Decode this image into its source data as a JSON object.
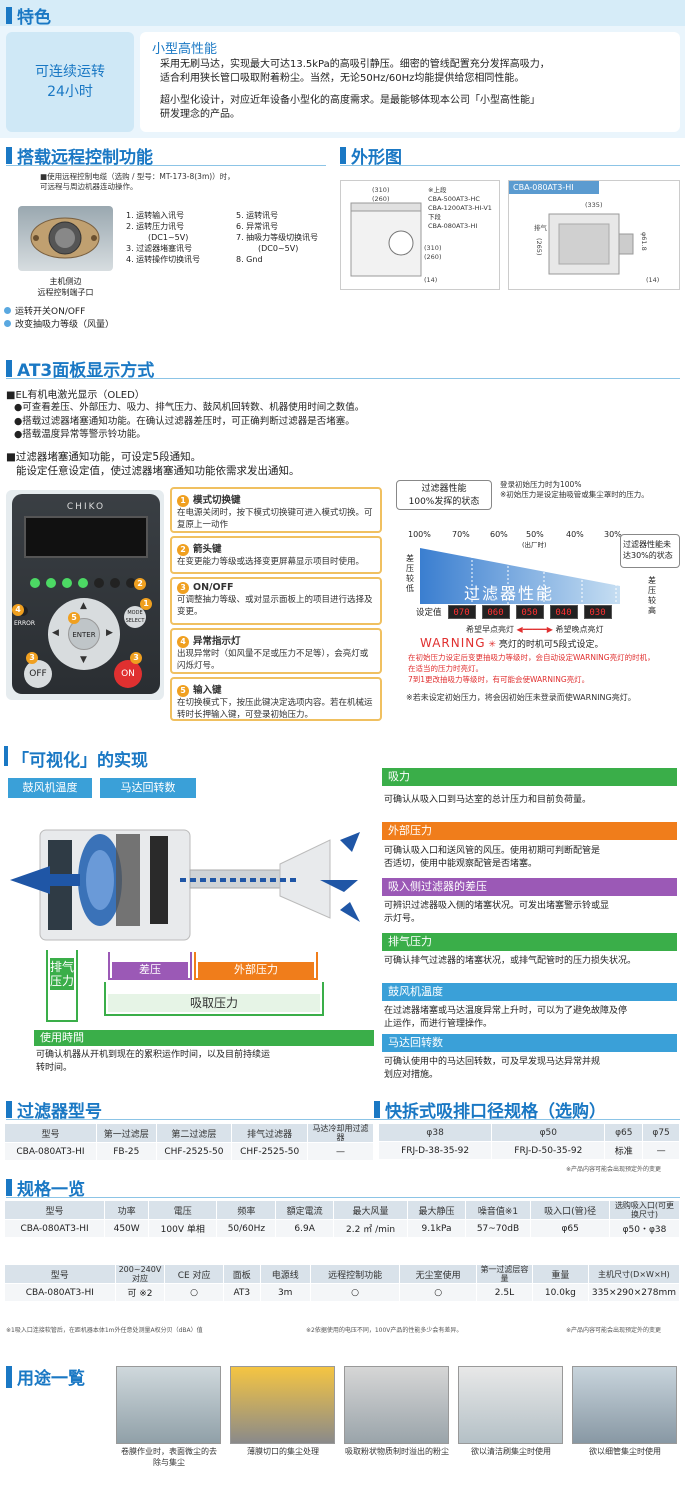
{
  "features": {
    "title": "特色",
    "left_badge_line1": "可连续运转",
    "left_badge_line2": "24小时",
    "subtitle": "小型高性能",
    "para1_line1": "采用无刷马达，实现最大可达13.5kPa的高吸引静压。细密的管线配置充分发挥高吸力，",
    "para1_line2": "适合利用狭长管口吸取附着粉尘。当然，无论50Hz/60Hz均能提供给您相同性能。",
    "para2_line1": "超小型化设计，对应近年设备小型化的高度需求。是最能够体现本公司「小型高性能」",
    "para2_line2": "研发理念的产品。"
  },
  "remote": {
    "title": "搭载远程控制功能",
    "note_line1": "■使用远程控制电缆（选购 / 型号：MT-173-8(3m)）时，",
    "note_line2": "可远程与周边机器连动操作。",
    "signals": [
      "1. 运转输入讯号",
      "2. 运转压力讯号",
      "(DC1~5V)",
      "3. 过滤器堵塞讯号",
      "4. 运转操作切换讯号",
      "5. 运转讯号",
      "6. 异常讯号",
      "7. 抽吸力等级切换讯号",
      "(DC0~5V)",
      "8. Gnd"
    ],
    "port_caption_line1": "主机侧边",
    "port_caption_line2": "远程控制端子口",
    "bullet1": "运转开关ON/OFF",
    "bullet2": "改变抽吸力等级（风量）"
  },
  "outline": {
    "title": "外形图",
    "upper_label": "※上段",
    "upper_models": [
      "CBA-500AT3-HC",
      "CBA-1200AT3-HI-V1"
    ],
    "lower_label": "下段",
    "lower_model": "CBA-080AT3-HI",
    "dims_left": [
      "(310)",
      "(260)",
      "(310)",
      "(260)",
      "(14)"
    ],
    "right_model": "CBA-080AT3-HI",
    "dims_right": [
      "(335)",
      "(265)",
      "排气",
      "φ61.8",
      "(14)"
    ]
  },
  "panel": {
    "title": "AT3面板显示方式",
    "oled_header": "■EL有机电激光显示（OLED）",
    "oled_lines": [
      "●可查看差压、外部压力、吸力、排气压力、鼓风机回转数、机器使用时间之数值。",
      "●搭载过滤器堵塞通知功能。在确认过滤器差压时，可正确判断过滤器是否堵塞。",
      "●搭载温度异常等警示铃功能。"
    ],
    "notice_line1": "■过滤器堵塞通知功能，可设定5段通知。",
    "notice_line2": "能设定任意设定值，使过滤器堵塞通知功能依需求发出通知。",
    "brand": "CHIKO",
    "btn_mode": "MODE SELECT",
    "btn_enter": "ENTER",
    "btn_off": "OFF",
    "btn_on": "ON",
    "btn_error": "ERROR",
    "items": [
      {
        "num": "1",
        "title": "模式切换键",
        "desc": "在电源关闭时，按下模式切换键可进入模式切换。可复原上一动作"
      },
      {
        "num": "2",
        "title": "箭头键",
        "desc": "在变更能力等级或选择变更屏幕显示项目时使用。"
      },
      {
        "num": "3",
        "title": "ON/OFF",
        "desc": "可调整抽力等级、或对显示面板上的项目进行选择及变更。"
      },
      {
        "num": "4",
        "title": "异常指示灯",
        "desc": "出现异常时（如风量不足或压力不足等），会亮灯或闪烁灯号。"
      },
      {
        "num": "5",
        "title": "输入键",
        "desc": "在切换模式下，按压此键决定选项内容。若在机械运转时长押输入键，可登录初始压力。"
      }
    ]
  },
  "filter_chart": {
    "bubble_line1": "过滤器性能",
    "bubble_line2": "100%发挥的状态",
    "top_note_line1": "登录初始压力时为100%",
    "top_note_line2": "※初始压力是设定抽吸管或集尘罩时的压力。",
    "percents": [
      "100%",
      "70%",
      "60%",
      "50%",
      "40%",
      "30%"
    ],
    "pct50_sub": "(出厂时)",
    "left_label": "差压较低",
    "right_label": "差压较高",
    "band_label": "过滤器性能",
    "right_bubble_line1": "过滤器性能未",
    "right_bubble_line2": "达30%的状态",
    "setting_label": "设定值",
    "seg_values": [
      "070",
      "060",
      "050",
      "040",
      "030"
    ],
    "early_label": "希望早点亮灯",
    "late_label": "希望晚点亮灯",
    "warning_word": "WARNING",
    "warning_text": "亮灯的时机可5段式设定。",
    "red_note_line1": "在初始压力设定后变更抽吸力等级时，会自动设定WARNING亮灯的时机，",
    "red_note_line2": "在适当的压力时亮灯。",
    "red_note_line3": "7到1更改抽吸力等级时，有可能会使WARNING亮灯。",
    "footnote": "※若未设定初始压力，将会因初始压未登录而使WARNING亮灯。"
  },
  "visual": {
    "title": "「可视化」的实现",
    "label_fan_temp": "鼓风机温度",
    "label_motor": "马达回转数",
    "label_exhaust": "排气压力",
    "label_diff": "差压",
    "label_external": "外部压力",
    "label_suction": "吸取压力",
    "usage_time_title": "使用時間",
    "usage_time_line1": "可确认机器从开机到现在的累积运作时间，以及目前持续运",
    "usage_time_line2": "转时间。",
    "features": [
      {
        "title": "吸力",
        "color": "#3aae49",
        "lines": [
          "可确认从吸入口到马达室的总计压力和目前负荷量。"
        ]
      },
      {
        "title": "外部压力",
        "color": "#f07d1b",
        "lines": [
          "可确认吸入口和送风管的风压。使用初期可判断配管是",
          "否适切，使用中能观察配管是否堵塞。"
        ]
      },
      {
        "title": "吸入侧过滤器的差压",
        "color": "#9b59b6",
        "lines": [
          "可辨识过滤器吸入侧的堵塞状况。可发出堵塞警示铃或显",
          "示灯号。"
        ]
      },
      {
        "title": "排气压力",
        "color": "#3aae49",
        "lines": [
          "可确认排气过滤器的堵塞状况，或排气配管时的压力损失状况。"
        ]
      },
      {
        "title": "鼓风机温度",
        "color": "#3aa0d8",
        "lines": [
          "在过滤器堵塞或马达温度异常上升时，可以为了避免故障及停",
          "止运作，而进行管理操作。"
        ]
      },
      {
        "title": "马达回转数",
        "color": "#3aa0d8",
        "lines": [
          "可确认使用中的马达回转数，可及早发现马达异常并规",
          "划应对措施。"
        ]
      }
    ]
  },
  "filter_models": {
    "title": "过滤器型号",
    "headers": [
      "型号",
      "第一过滤层",
      "第二过滤层",
      "排气过滤器",
      "马达冷却用过滤器"
    ],
    "row": [
      "CBA-080AT3-HI",
      "FB-25",
      "CHF-2525-50",
      "CHF-2525-50",
      "—"
    ]
  },
  "ports": {
    "title": "快拆式吸排口径规格（选购）",
    "headers": [
      "φ38",
      "φ50",
      "φ65",
      "φ75"
    ],
    "row": [
      "FRJ-D-38-35-92",
      "FRJ-D-50-35-92",
      "标准",
      "—"
    ],
    "note": "※产品内容可能会出现预定外的变更"
  },
  "specs": {
    "title": "规格一览",
    "headers1": [
      "型号",
      "功率",
      "電压",
      "频率",
      "額定電流",
      "最大风量",
      "最大静压",
      "噪音值※1",
      "吸入口(管)径",
      "选购吸入口(可更换尺寸)"
    ],
    "row1": [
      "CBA-080AT3-HI",
      "450W",
      "100V 单相",
      "50/60Hz",
      "6.9A",
      "2.2 ㎥ /min",
      "9.1kPa",
      "57~70dB",
      "φ65",
      "φ50・φ38"
    ],
    "headers2": [
      "型号",
      "200~240V对应",
      "CE 对应",
      "面板",
      "电源线",
      "远程控制功能",
      "无尘室使用",
      "第一过滤层容量",
      "重量",
      "主机尺寸(D×W×H)"
    ],
    "row2": [
      "CBA-080AT3-HI",
      "可 ※2",
      "○",
      "AT3",
      "3m",
      "○",
      "○",
      "2.5L",
      "10.0kg",
      "335×290×278mm"
    ],
    "note1": "※1吸入口连接软管后，在距机器本体1m外任意处测量A权分贝（dBA）值",
    "note2": "※2依据使用的电压不同，100V产品的性能多少会有差异。",
    "note3": "※产品内容可能会出现预定外的变更"
  },
  "usage": {
    "title": "用途一覧",
    "items": [
      {
        "line1": "卷膜作业时，表面微尘的去",
        "line2": "除与集尘"
      },
      {
        "line1": "薄膜切口的集尘处理",
        "line2": ""
      },
      {
        "line1": "吸取粉状物质制时溢出的粉尘",
        "line2": ""
      },
      {
        "line1": "欲以清洁刷集尘时使用",
        "line2": ""
      },
      {
        "line1": "欲以细管集尘时使用",
        "line2": ""
      }
    ]
  }
}
